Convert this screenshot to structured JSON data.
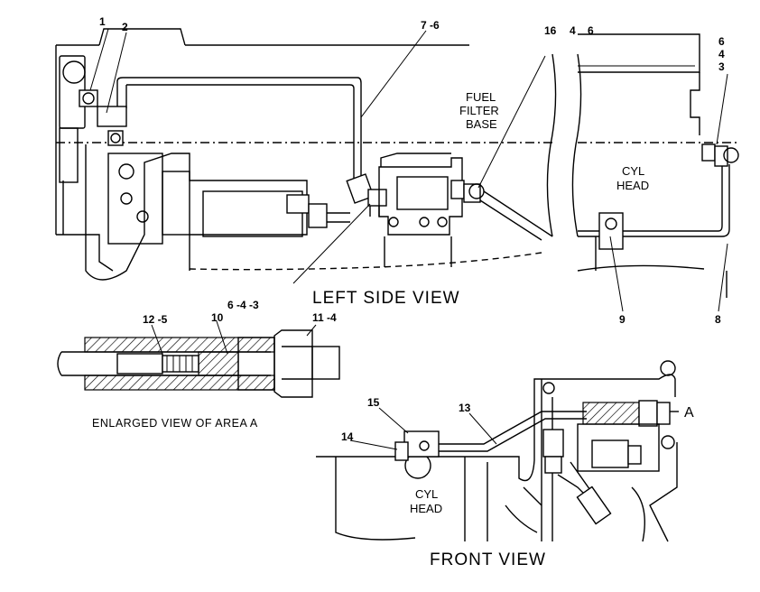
{
  "callouts": {
    "c1": "1",
    "c2": "2",
    "c7_6": "7 -6",
    "c16": "16",
    "c4": "4",
    "c6": "6",
    "c6_top": "6",
    "c4_top": "4",
    "c3_top": "3",
    "c6_4_3": "6 -4 -3",
    "c9": "9",
    "c8": "8",
    "c12_5": "12 -5",
    "c10": "10",
    "c11_4": "11 -4",
    "c15": "15",
    "c13": "13",
    "c14": "14",
    "cA": "A"
  },
  "labels": {
    "fuel_filter_line1": "FUEL",
    "fuel_filter_line2": "FILTER",
    "fuel_filter_line3": "BASE",
    "cyl_head_line1": "CYL",
    "cyl_head_line2": "HEAD",
    "cyl_head_front_line1": "CYL",
    "cyl_head_front_line2": "HEAD"
  },
  "views": {
    "left_side": "LEFT SIDE VIEW",
    "enlarged": "ENLARGED VIEW OF AREA A",
    "front": "FRONT VIEW"
  }
}
